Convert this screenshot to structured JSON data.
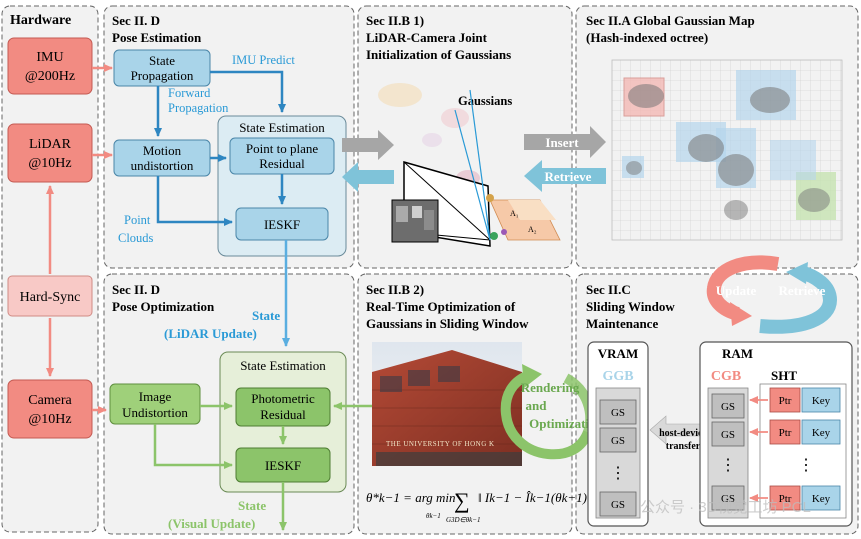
{
  "hardware": {
    "title": "Hardware",
    "imu": [
      "IMU",
      "@200Hz"
    ],
    "lidar": [
      "LiDAR",
      "@10Hz"
    ],
    "hardsync": "Hard-Sync",
    "camera": [
      "Camera",
      "@10Hz"
    ]
  },
  "pose_estimation": {
    "title": [
      "Sec II. D",
      "Pose Estimation"
    ],
    "state_propagation": [
      "State",
      "Propagation"
    ],
    "imu_predict": "IMU Predict",
    "forward_propagation": [
      "Forward",
      "Propagation"
    ],
    "motion_undistortion": [
      "Motion",
      "undistortion"
    ],
    "point_clouds": [
      "Point",
      "Clouds"
    ],
    "state_estimation": "State Estimation",
    "point_to_plane": [
      "Point to plane",
      "Residual"
    ],
    "ieskf": "IESKF"
  },
  "joint_init": {
    "title": [
      "Sec II.B 1)",
      "LiDAR-Camera Joint",
      "Initialization of Gaussians"
    ],
    "gaussians": "Gaussians",
    "insert": "Insert",
    "retrieve": "Retrieve"
  },
  "global_map": {
    "title": [
      "Sec II.A Global Gaussian Map",
      "(Hash-indexed octree)"
    ],
    "update": "Update",
    "retrieve": "Retrieve"
  },
  "pose_optimization": {
    "title": [
      "Sec II. D",
      "Pose Optimization"
    ],
    "state_lidar": [
      "State",
      "(LiDAR Update)"
    ],
    "state_estimation": "State Estimation",
    "image_undistortion": [
      "Image",
      "Undistortion"
    ],
    "photometric": [
      "Photometric",
      "Residual"
    ],
    "ieskf": "IESKF",
    "state_visual": [
      "State",
      "(Visual Update)"
    ]
  },
  "realtime_opt": {
    "title": [
      "Sec II.B 2)",
      "Real-Time Optimization of",
      "Gaussians in Sliding Window"
    ],
    "rendering": [
      "Rendering",
      "and",
      "Optimization"
    ],
    "photo_text": "THE UNIVERSITY OF HONG K",
    "eq_lhs": "θ*k−1 = arg min",
    "eq_sub1": "θk−1",
    "eq_sum_sub": "G3D∈θk−1",
    "eq_body": "‖ Ik−1 − Îk−1(θk−1) ‖"
  },
  "sliding_window": {
    "title": [
      "Sec II.C",
      "Sliding Window",
      "Maintenance"
    ],
    "vram": "VRAM",
    "ggb": "GGB",
    "ram": "RAM",
    "cgb": "CGB",
    "sht": "SHT",
    "gs": "GS",
    "ptr": "Ptr",
    "key": "Key",
    "dots": "⋮",
    "host_device": [
      "host-device",
      "transfer"
    ]
  },
  "watermark": "公众号 · 3D视觉工坊 PCL",
  "colors": {
    "hardware_red": "#f28b82",
    "hardware_pink": "#f8c9c6",
    "blue_box": "#a9d4e9",
    "blue_text": "#2a9ad6",
    "green_box": "#9fd07a",
    "green_text": "#7db84a",
    "dark_green": "#6aa84f",
    "gray_arrow": "#a6a6a6",
    "retrieve_blue": "#7fc3d9"
  }
}
